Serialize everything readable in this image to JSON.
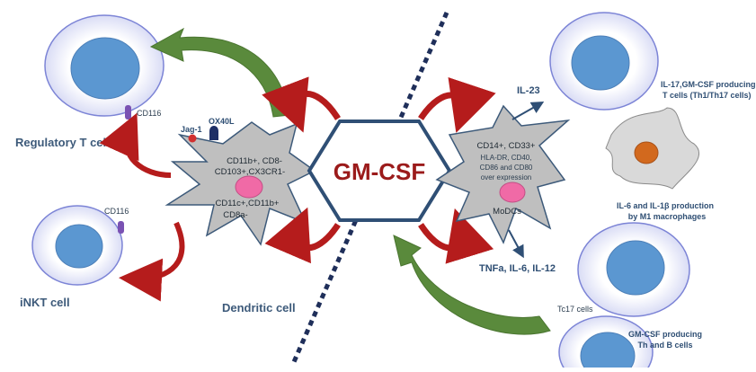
{
  "center": {
    "label": "GM-CSF"
  },
  "left": {
    "regulatory_t_cell": "Regulatory T cell",
    "inkt_cell": "iNKT cell",
    "cd116_top": "CD116",
    "cd116_bottom": "CD116",
    "jag1": "Jag-1",
    "ox40l": "OX40L",
    "dendritic_cell": "Dendritic cell",
    "markers": [
      "CD11b+, CD8-",
      "CD103+,CX3CR1-",
      "CD11c+,CD11b+",
      "CD8a-"
    ]
  },
  "right": {
    "markers": [
      "CD14+, CD33+",
      "HLA-DR, CD40,",
      "CD86 and CD80",
      "over expression"
    ],
    "modcs": "MoDCs",
    "il23": "IL-23",
    "cytokines_bottom": "TNFa, IL-6, IL-12",
    "th_cells": [
      "IL-17,GM-CSF producing",
      "T cells (Th1/Th17 cells)"
    ],
    "macrophage": [
      "IL-6 and IL-1β production",
      "by M1 macrophages"
    ],
    "tc17": "Tc17 cells",
    "th_b_cells": [
      "GM-CSF producing",
      "Th and B cells"
    ]
  },
  "colors": {
    "cell_outline": "#7c84d6",
    "cell_fill": "#e6e8f8",
    "nucleus": "#5b97d1",
    "dc_fill": "#bfbfbf",
    "dc_nucleus": "#f06aa6",
    "red_arrow": "#b51c1c",
    "green_arrow": "#5a8a3c",
    "hexagon": "#2f4f75",
    "divider": "#1f2f5a",
    "macrophage_nucleus": "#d2691e"
  }
}
